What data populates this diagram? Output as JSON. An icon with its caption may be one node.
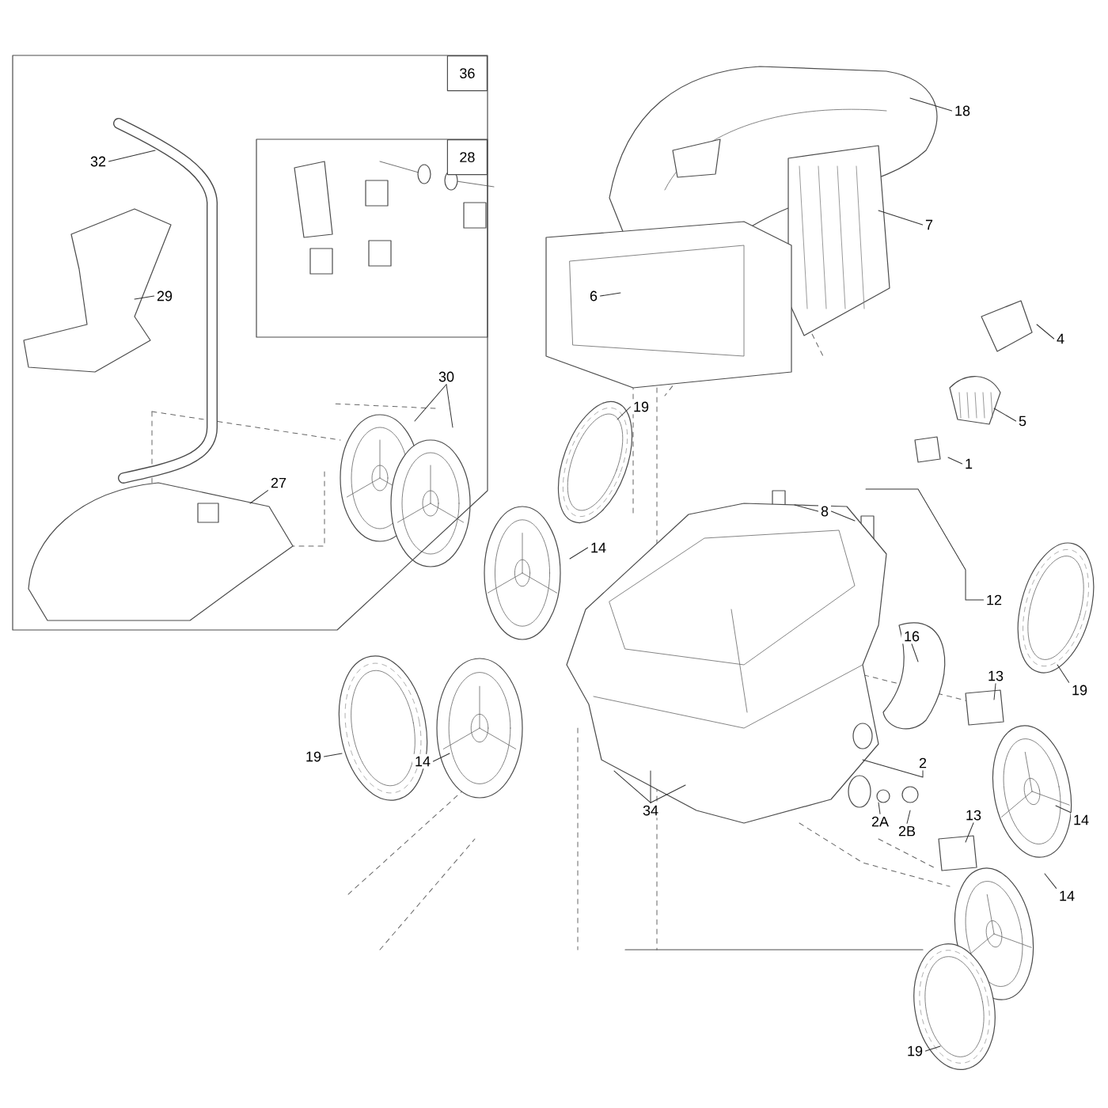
{
  "diagram": {
    "nodes": [
      {
        "text": [
          "36"
        ]
      },
      {
        "text": [
          "28"
        ],
        "in": 0
      },
      {
        "text": [
          "32"
        ],
        "in": 0
      },
      {
        "text": [
          "29"
        ],
        "in": 0
      },
      {
        "text": [
          "30"
        ],
        "in": 0
      },
      {
        "text": [
          "27"
        ],
        "in": 0
      },
      {
        "text": [
          "18"
        ]
      },
      {
        "text": [
          "7"
        ]
      },
      {
        "text": [
          "6"
        ]
      },
      {
        "text": [
          "4"
        ]
      },
      {
        "text": [
          "5"
        ]
      },
      {
        "text": [
          "19"
        ]
      },
      {
        "text": [
          "1"
        ]
      },
      {
        "text": [
          "8"
        ]
      },
      {
        "text": [
          "14"
        ]
      },
      {
        "text": [
          "12"
        ]
      },
      {
        "text": [
          "16"
        ]
      },
      {
        "text": [
          "13"
        ]
      },
      {
        "text": [
          "19"
        ]
      },
      {
        "text": [
          "19"
        ]
      },
      {
        "text": [
          "14"
        ]
      },
      {
        "text": [
          "2"
        ]
      },
      {
        "text": [
          "14"
        ]
      },
      {
        "text": [
          "2A"
        ]
      },
      {
        "text": [
          "2B"
        ]
      },
      {
        "text": [
          "34"
        ]
      },
      {
        "text": [
          "13"
        ]
      },
      {
        "text": [
          "14"
        ]
      },
      {
        "text": [
          "19"
        ]
      }
    ],
    "edges": [
      {
        "from": 2,
        "to": null,
        "arrow": "none"
      },
      {
        "from": 3,
        "to": null,
        "arrow": "none"
      },
      {
        "from": 4,
        "to": null,
        "arrow": "none"
      },
      {
        "from": 4,
        "to": null,
        "arrow": "none"
      },
      {
        "from": 5,
        "to": null,
        "arrow": "none"
      },
      {
        "from": 6,
        "to": null,
        "arrow": "none"
      },
      {
        "from": 7,
        "to": null,
        "arrow": "none"
      },
      {
        "from": 8,
        "to": null,
        "arrow": "none"
      },
      {
        "from": 9,
        "to": null,
        "arrow": "none"
      },
      {
        "from": 10,
        "to": null,
        "arrow": "none"
      },
      {
        "from": 11,
        "to": null,
        "arrow": "none"
      },
      {
        "from": 12,
        "to": null,
        "arrow": "none"
      },
      {
        "from": 13,
        "to": null,
        "arrow": "none"
      },
      {
        "from": 13,
        "to": null,
        "arrow": "none"
      },
      {
        "from": 14,
        "to": null,
        "arrow": "none"
      },
      {
        "from": 15,
        "to": null,
        "arrow": "none"
      },
      {
        "from": 16,
        "to": null,
        "arrow": "none"
      },
      {
        "from": 17,
        "to": null,
        "arrow": "none"
      },
      {
        "from": 18,
        "to": null,
        "arrow": "none"
      },
      {
        "from": 19,
        "to": null,
        "arrow": "none"
      },
      {
        "from": 20,
        "to": null,
        "arrow": "none"
      },
      {
        "from": 21,
        "to": null,
        "arrow": "none"
      },
      {
        "from": 23,
        "to": null,
        "arrow": "none"
      },
      {
        "from": 24,
        "to": null,
        "arrow": "none"
      },
      {
        "from": 25,
        "to": null,
        "arrow": "none"
      },
      {
        "from": 25,
        "to": null,
        "arrow": "none"
      },
      {
        "from": 25,
        "to": null,
        "arrow": "none"
      },
      {
        "from": 22,
        "to": null,
        "arrow": "none"
      },
      {
        "from": 26,
        "to": null,
        "arrow": "none"
      },
      {
        "from": 27,
        "to": null,
        "arrow": "none"
      },
      {
        "from": 28,
        "to": null,
        "arrow": "none"
      }
    ]
  }
}
